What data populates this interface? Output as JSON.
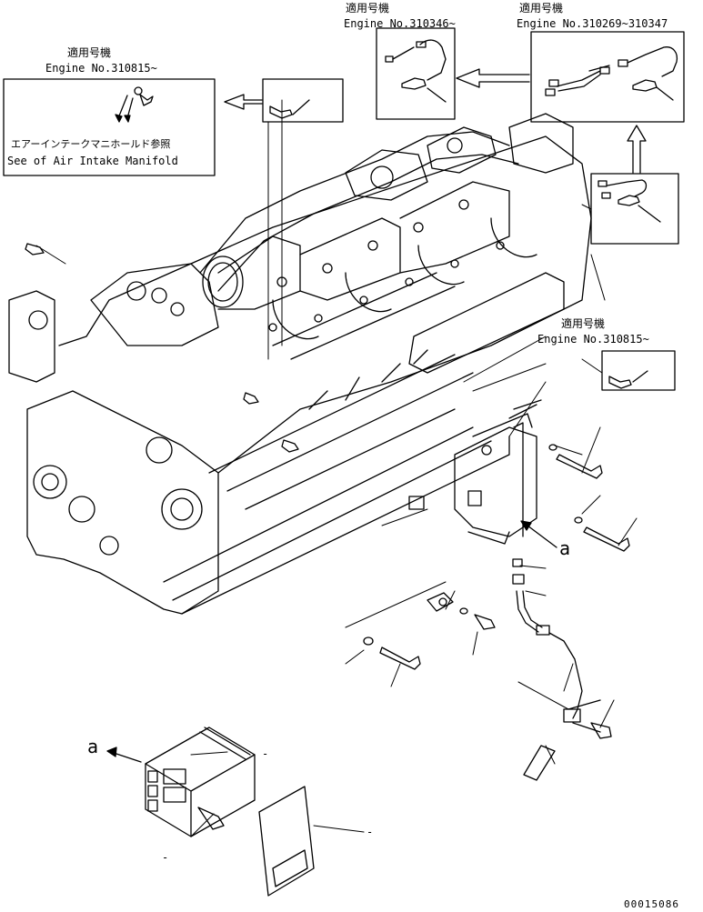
{
  "colors": {
    "ink": "#000000",
    "paper": "#ffffff"
  },
  "callouts": {
    "topleft_jp": "適用号機",
    "topleft_en": "Engine No.310815~",
    "intake_jp": "エアーインテークマニホールド参照",
    "intake_en": "See of Air Intake Manifold",
    "mid_jp": "適用号機",
    "mid_en": "Engine No.310346~",
    "right_jp": "適用号機",
    "right_en": "Engine No.310269~310347",
    "lower_right_jp": "適用号機",
    "lower_right_en": "Engine No.310815~"
  },
  "ref_marks": {
    "a_upper": "a",
    "a_lower": "a"
  },
  "leader_dashes": {
    "controller": "-",
    "bolt": "-",
    "label_plate": "-"
  },
  "figure_number": "00015086",
  "icons": [
    "engine-block",
    "sensor",
    "connector",
    "bolt",
    "washer",
    "controller-box",
    "label-plate",
    "arrow"
  ]
}
